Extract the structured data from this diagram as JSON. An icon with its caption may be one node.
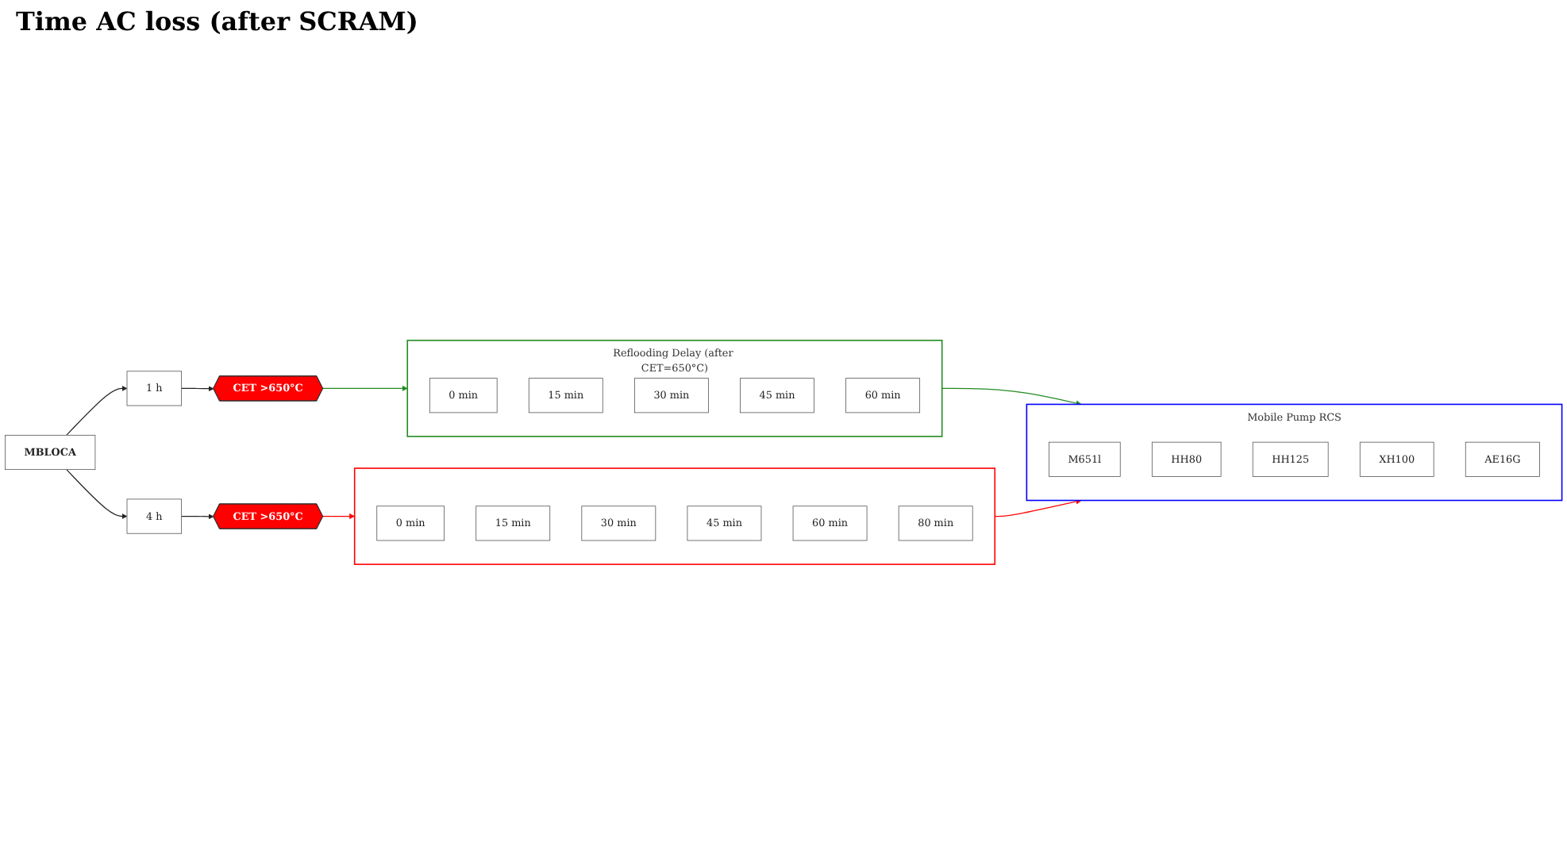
{
  "diagram": {
    "nodes": [
      {
        "text": [
          "MBLOCA"
        ]
      },
      {
        "text": [
          "1 h"
        ]
      },
      {
        "text": [
          "4 h"
        ]
      },
      {
        "text": [
          "CET >650°C"
        ]
      },
      {
        "text": [
          "CET >650°C"
        ]
      },
      {
        "text": [
          "Reflooding Delay (after CET=650°C)"
        ]
      },
      {
        "text": [
          "0 min"
        ],
        "in": 5
      },
      {
        "text": [
          "15 min"
        ],
        "in": 5
      },
      {
        "text": [
          "30 min"
        ],
        "in": 5
      },
      {
        "text": [
          "45 min"
        ],
        "in": 5
      },
      {
        "text": [
          "60 min"
        ],
        "in": 5
      },
      {
        "text": [],
        "shape": "box"
      },
      {
        "text": [
          "0 min"
        ],
        "in": 11
      },
      {
        "text": [
          "15 min"
        ],
        "in": 11
      },
      {
        "text": [
          "30 min"
        ],
        "in": 11
      },
      {
        "text": [
          "45 min"
        ],
        "in": 11
      },
      {
        "text": [
          "60 min"
        ],
        "in": 11
      },
      {
        "text": [
          "80 min"
        ],
        "in": 11
      },
      {
        "text": [
          "Mobile Pump RCS"
        ]
      },
      {
        "text": [
          "M651l"
        ],
        "in": 18
      },
      {
        "text": [
          "HH80"
        ],
        "in": 18
      },
      {
        "text": [
          "HH125"
        ],
        "in": 18
      },
      {
        "text": [
          "XH100"
        ],
        "in": 18
      },
      {
        "text": [
          "AE16G"
        ],
        "in": 18
      }
    ],
    "edges": [
      {
        "from": 0,
        "to": 1,
        "arrow": "to"
      },
      {
        "from": 0,
        "to": 2,
        "arrow": "to"
      },
      {
        "from": 1,
        "to": 3,
        "arrow": "to"
      },
      {
        "from": 2,
        "to": 4,
        "arrow": "to"
      },
      {
        "from": 3,
        "to": 5,
        "arrow": "to",
        "color": "#228b22"
      },
      {
        "from": 4,
        "to": 11,
        "arrow": "to",
        "color": "#ff0000"
      },
      {
        "from": 5,
        "to": 18,
        "arrow": "to",
        "color": "#228b22"
      },
      {
        "from": 11,
        "to": 18,
        "arrow": "to",
        "color": "#ff0000"
      }
    ],
    "labels": [
      "Time AC loss (after SCRAM)"
    ]
  }
}
